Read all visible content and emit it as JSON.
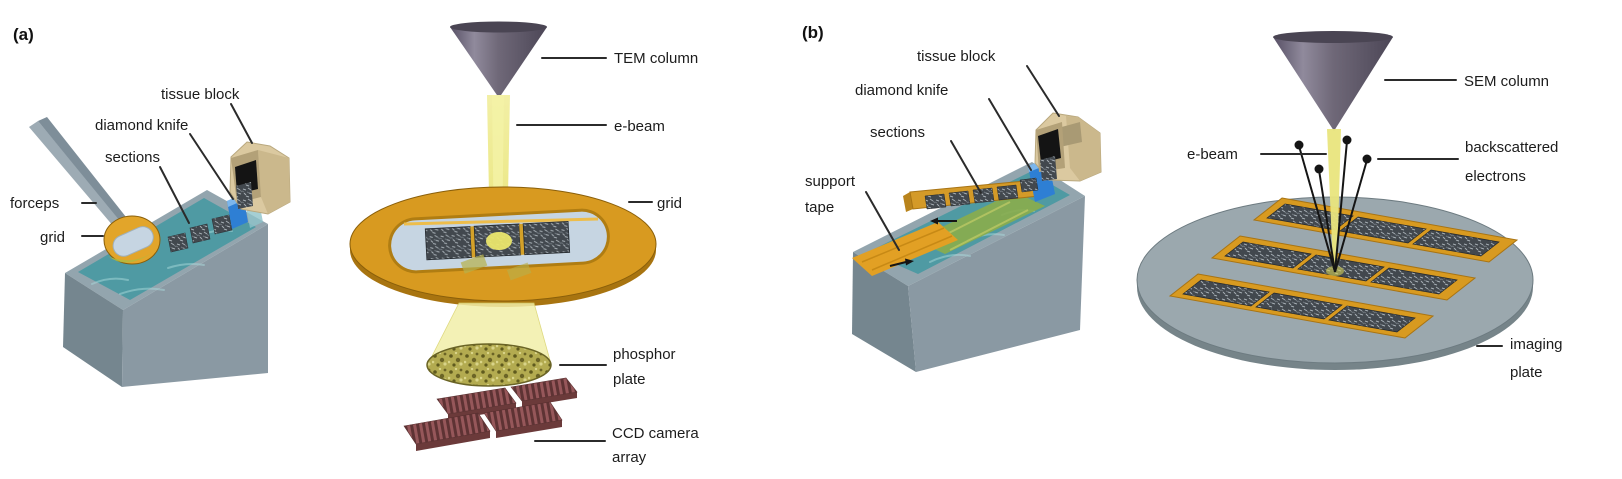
{
  "figure": {
    "panel_a": {
      "tag": "(a)",
      "microtome_labels": {
        "tissue_block": "tissue block",
        "diamond_knife": "diamond knife",
        "sections": "sections",
        "forceps": "forceps",
        "grid": "grid"
      },
      "tem_labels": {
        "tem_column": "TEM column",
        "e_beam": "e-beam",
        "grid": "grid",
        "phosphor_plate_line1": "phosphor",
        "phosphor_plate_line2": "plate",
        "ccd_line1": "CCD camera",
        "ccd_line2": "array"
      }
    },
    "panel_b": {
      "tag": "(b)",
      "microtome_labels": {
        "tissue_block": "tissue block",
        "diamond_knife": "diamond knife",
        "sections": "sections",
        "support_tape_line1": "support",
        "support_tape_line2": "tape"
      },
      "sem_labels": {
        "sem_column": "SEM column",
        "e_beam": "e-beam",
        "backscattered_line1": "backscattered",
        "backscattered_line2": "electrons",
        "imaging_plate_line1": "imaging",
        "imaging_plate_line2": "plate"
      }
    },
    "colors": {
      "background": "#ffffff",
      "label_text": "#1c1c1c",
      "leader_line": "#2b2b2b",
      "column_grey": "#6f6878",
      "beam_yellow": "#e9e57d",
      "beam_cone_pale": "#f2efa9",
      "gold": "#d89a20",
      "gold_dark": "#a87410",
      "water_teal": "#4f9aa3",
      "block_grey_top": "#93a5ae",
      "block_grey_left": "#75868f",
      "block_grey_right": "#8a99a3",
      "tissue_tan": "#dbc9a0",
      "tissue_tan_dark": "#b3a178",
      "knife_blue": "#2e7fd4",
      "phosphor_olive": "#b3ab50",
      "ccd_red": "#96575a",
      "imaging_plate_grey": "#9ba8ae",
      "section_dark": "#42484e",
      "tape_orange": "#e2a024",
      "tape_green": "#8aad4b",
      "membrane_blue": "#c6d5e2"
    }
  }
}
